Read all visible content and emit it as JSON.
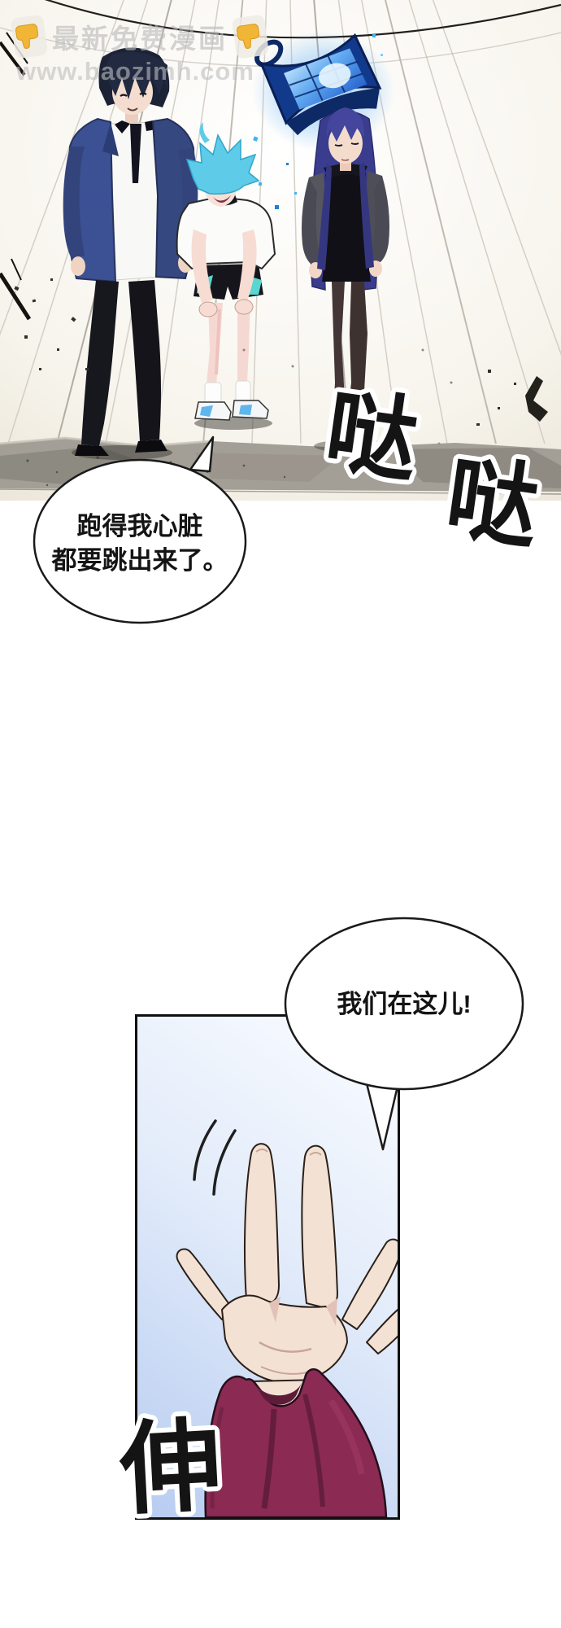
{
  "watermark": {
    "emoji_icon": "pointing-down-emoji",
    "title": "最新免费漫画",
    "site": "www.baozimh.com"
  },
  "bubbles": {
    "heart": {
      "line1": "跑得我心脏",
      "line2": "都要跳出来了。"
    },
    "here": {
      "text": "我们在这儿!"
    }
  },
  "sfx": {
    "footstep_1": "哒",
    "footstep_2": "哒",
    "stretch": "伸"
  },
  "colors": {
    "lantern_blue": "#2f7ae0",
    "panel_gradient_blue": "#b7ccf1",
    "garment_red": "#8b2a53",
    "sfx_ink": "#141414",
    "watermark_gray": "#bebebe",
    "emoji_yellow": "#f2b636"
  }
}
